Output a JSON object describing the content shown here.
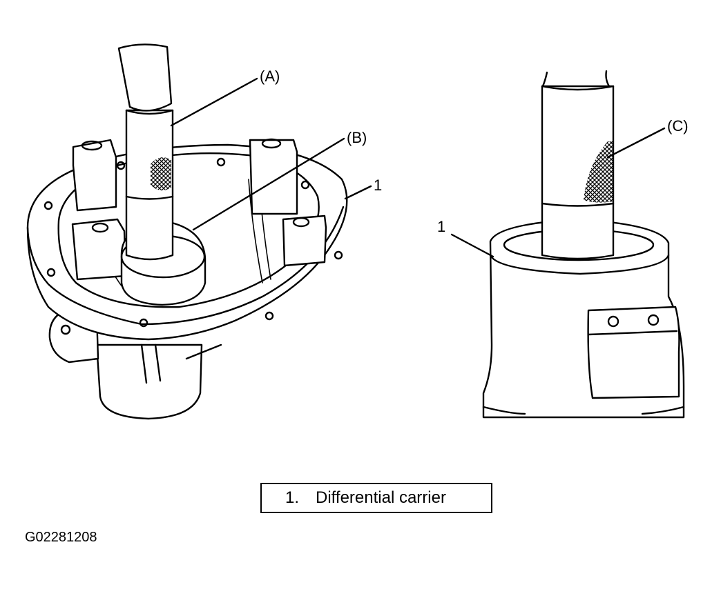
{
  "callouts": {
    "A": "(A)",
    "B": "(B)",
    "C": "(C)",
    "carrier_left": "1",
    "carrier_right": "1"
  },
  "legend": {
    "number": "1.",
    "label": "Differential carrier"
  },
  "figure_code": "G02281208",
  "colors": {
    "ink": "#000000",
    "paper": "#ffffff"
  }
}
